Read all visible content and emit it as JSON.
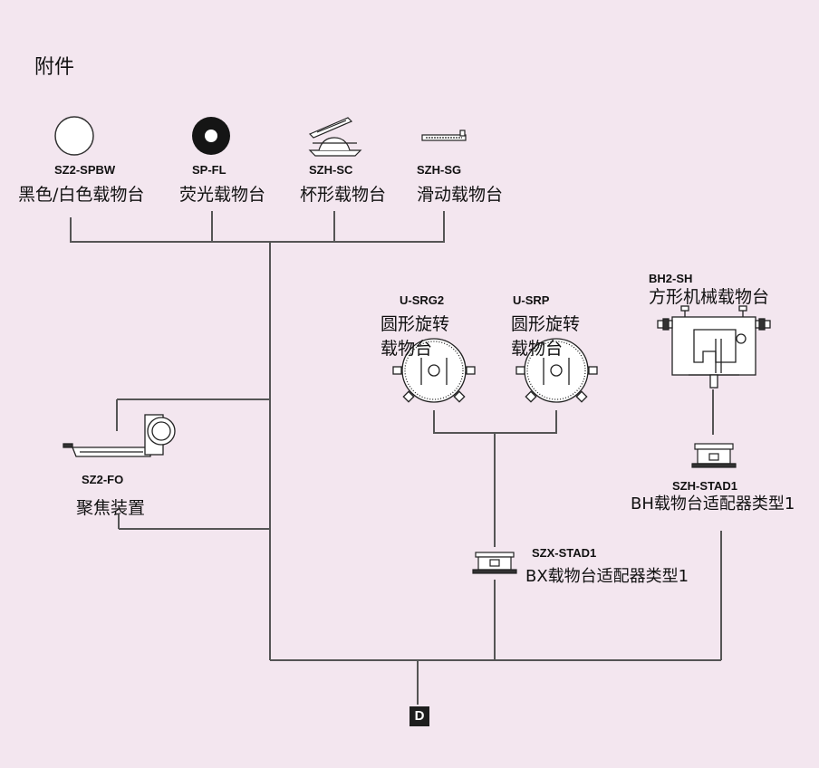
{
  "title": "附件",
  "connector_label": "D",
  "colors": {
    "background": "#f3e6ef",
    "line": "#555555",
    "ink": "#1e1e1e"
  },
  "components": {
    "sz2_spbw": {
      "code": "SZ2-SPBW",
      "name": "黑色/白色载物台",
      "icon": "white-disc-stage-icon"
    },
    "sp_fl": {
      "code": "SP-FL",
      "name": "荧光载物台",
      "icon": "black-ring-stage-icon"
    },
    "szh_sc": {
      "code": "SZH-SC",
      "name": "杯形载物台",
      "icon": "cup-stage-icon"
    },
    "szh_sg": {
      "code": "SZH-SG",
      "name": "滑动载物台",
      "icon": "gliding-stage-icon"
    },
    "u_srg2": {
      "code": "U-SRG2",
      "name1": "圆形旋转",
      "name2": "载物台",
      "icon": "rotating-stage-icon"
    },
    "u_srp": {
      "code": "U-SRP",
      "name1": "圆形旋转",
      "name2": "载物台",
      "icon": "rotating-stage-icon"
    },
    "bh2_sh": {
      "code": "BH2-SH",
      "name": "方形机械载物台",
      "icon": "mechanical-stage-icon"
    },
    "szh_stad1": {
      "code": "SZH-STAD1",
      "name": "BH载物台适配器类型1",
      "icon": "stage-adapter-icon"
    },
    "szx_stad1": {
      "code": "SZX-STAD1",
      "name": "BX载物台适配器类型1",
      "icon": "stage-adapter-icon"
    },
    "sz2_fo": {
      "code": "SZ2-FO",
      "name": "聚焦装置",
      "icon": "focusing-unit-icon"
    }
  }
}
